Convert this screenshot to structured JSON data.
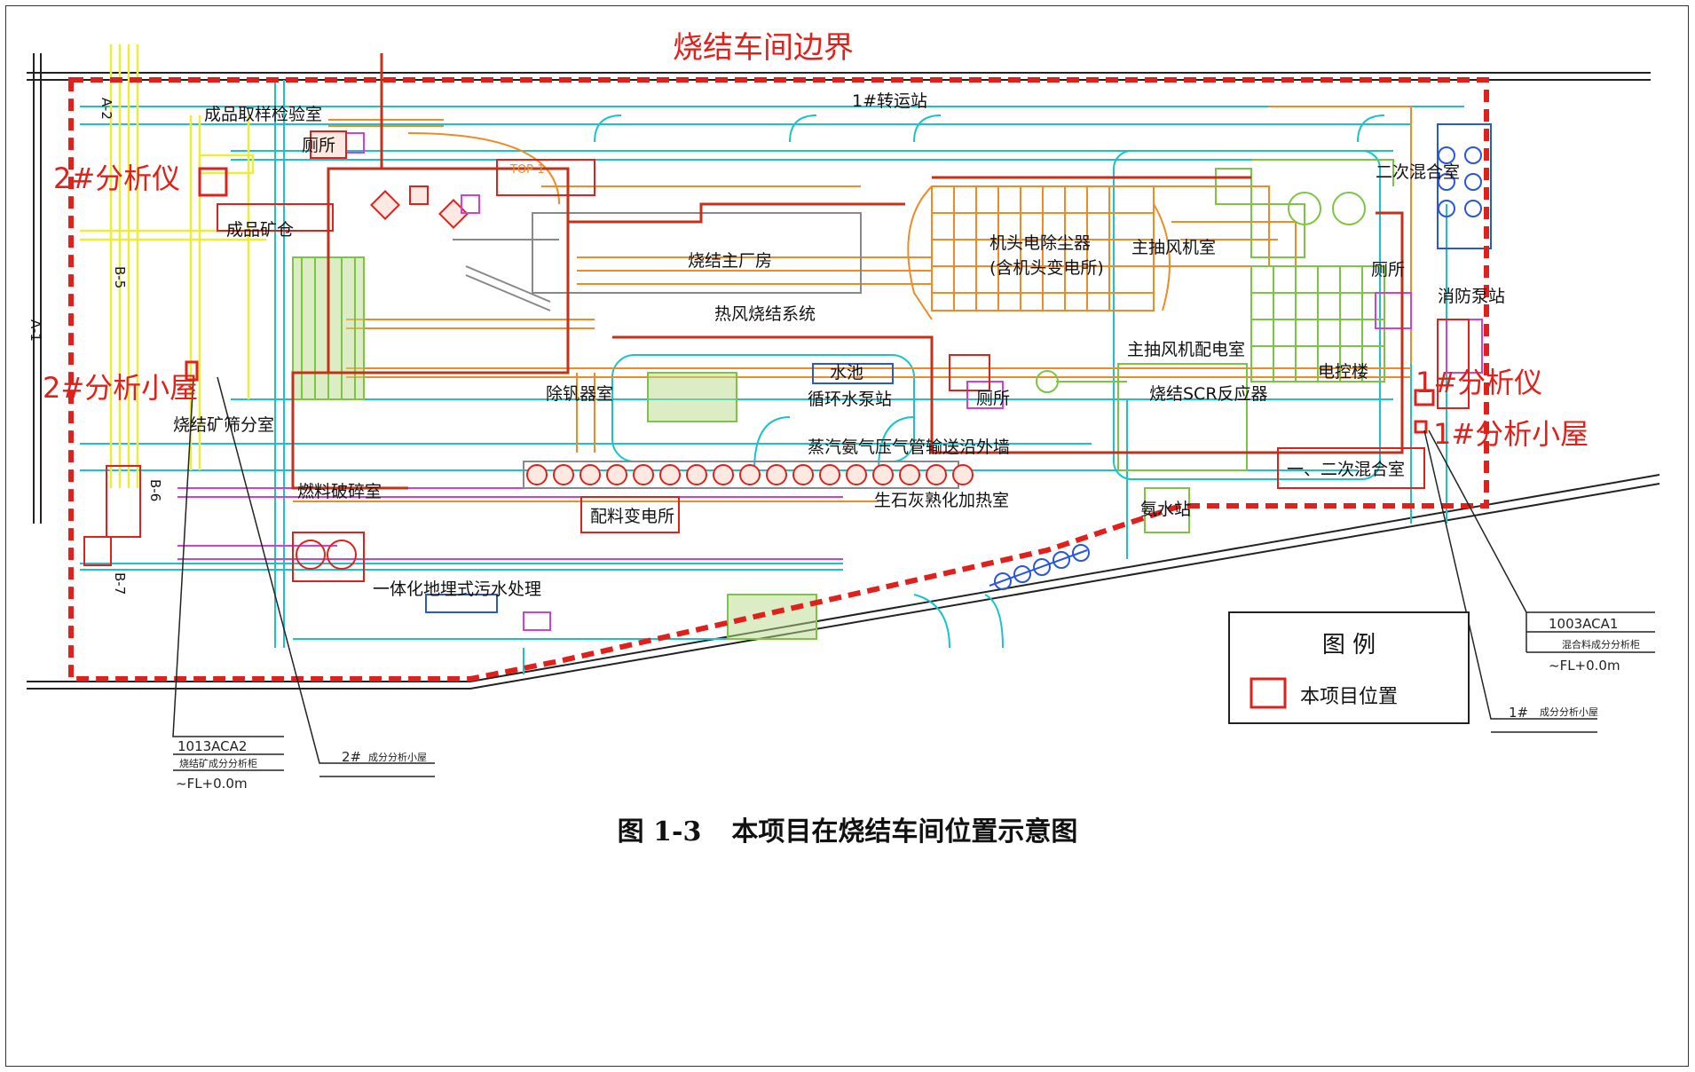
{
  "drawing": {
    "boundary_title": "烧结车间边界",
    "red_labels": {
      "analyzer_2": "2#分析仪",
      "hut_2": "2#分析小屋",
      "analyzer_1": "1#分析仪",
      "hut_1": "1#分析小屋"
    },
    "buildings": {
      "transfer_station": "1#转运站",
      "sampling_lab": "成品取样检验室",
      "toilet_1": "厕所",
      "finished_ore_bin": "成品矿仓",
      "sinter_main_building": "烧结主厂房",
      "hot_air_system": "热风烧结系统",
      "esp": "机头电除尘器",
      "esp_sub": "(含机头变电所)",
      "main_fan_room": "主抽风机室",
      "main_fan_power_room": "主抽风机配电室",
      "scr_reactor": "烧结SCR反应器",
      "control_building": "电控楼",
      "toilet_2": "厕所",
      "toilet_3": "厕所",
      "secondary_mixing": "二次混合室",
      "primary_secondary_mixing": "一、二次混合室",
      "fire_pump": "消防泵站",
      "steam_gas_wall": "蒸汽氨气压气管输送沿外墙",
      "desulfur_room": "除钒器室",
      "water_pool": "水池",
      "circ_pump": "循环水泵站",
      "ammonia_station": "氨水站",
      "dosing_room": "配料变电所",
      "fuel_crushing": "燃料破碎室",
      "sinter_screening": "烧结矿筛分室",
      "limestone_heat": "生石灰熟化加热室",
      "sewage_tank": "一体化地埋式污水处理",
      "top_label": "TOP-1"
    },
    "callouts": {
      "aca1_tag": "1003ACA1",
      "aca1_desc": "混合料成分分析柜",
      "aca1_elev": "~FL+0.0m",
      "hut1_tag": "1#",
      "hut1_desc": "成分分析小屋",
      "aca2_tag": "1013ACA2",
      "aca2_desc": "烧结矿成分分析柜",
      "aca2_elev": "~FL+0.0m",
      "hut2_tag": "2#",
      "hut2_desc": "成分分析小屋"
    },
    "axis_labels": [
      "B-5",
      "B-6",
      "B-7",
      "A-1",
      "A-2"
    ],
    "legend": {
      "title": "图  例",
      "item": "本项目位置"
    }
  },
  "caption": {
    "number": "图 1-3",
    "text": "本项目在烧结车间位置示意图"
  },
  "colors": {
    "boundary_red": "#e0201a",
    "cyan": "#19c3c9",
    "orange": "#f08a24",
    "green": "#7cc542",
    "yellow": "#ecec3a",
    "magenta": "#d23fd6",
    "blue": "#2a56d8",
    "dark": "#222222"
  }
}
